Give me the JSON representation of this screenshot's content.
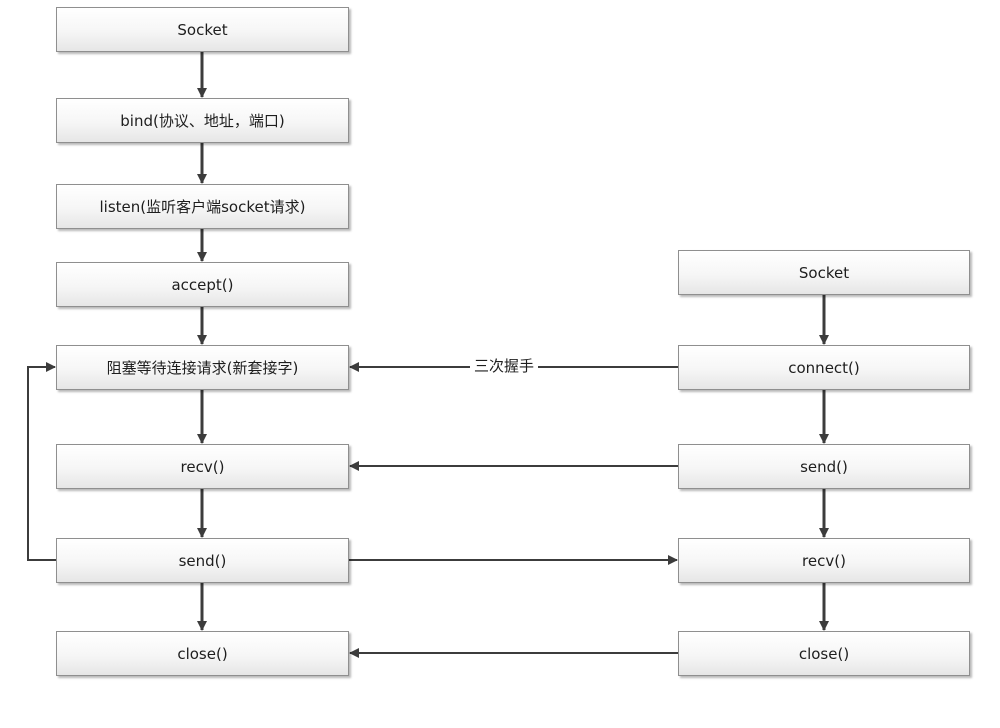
{
  "server": {
    "socket": "Socket",
    "bind": "bind(协议、地址，端口)",
    "listen": "listen(监听客户端socket请求)",
    "accept": "accept()",
    "block": "阻塞等待连接请求(新套接字)",
    "recv": "recv()",
    "send": "send()",
    "close": "close()"
  },
  "client": {
    "socket": "Socket",
    "connect": "connect()",
    "send": "send()",
    "recv": "recv()",
    "close": "close()"
  },
  "handshake_label": "三次握手",
  "colors": {
    "line": "#3c3c3c",
    "box_border": "#8f8f8f",
    "text": "#1e1e1e"
  }
}
